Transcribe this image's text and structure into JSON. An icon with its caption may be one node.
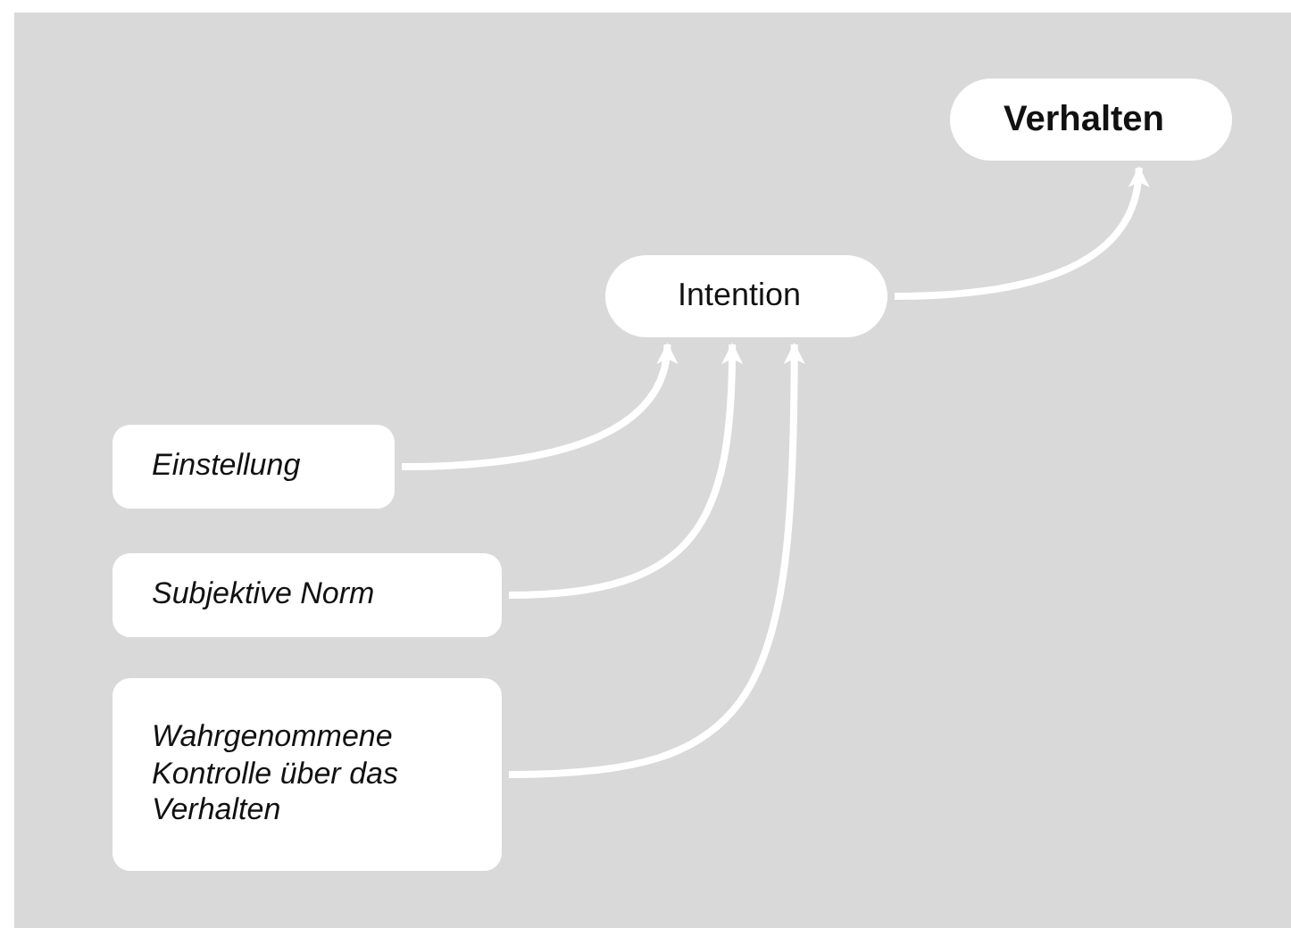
{
  "diagram": {
    "nodes": [
      {
        "text": [
          "Verhalten"
        ]
      },
      {
        "text": [
          "Intention"
        ]
      },
      {
        "text": [
          "Einstellung"
        ]
      },
      {
        "text": [
          "Subjektive Norm"
        ]
      },
      {
        "text": [
          "Wahrgenommene Kontrolle über das Verhalten"
        ]
      }
    ],
    "edges": [
      {
        "from": 2,
        "to": 1,
        "arrow": "to"
      },
      {
        "from": 3,
        "to": 1,
        "arrow": "to"
      },
      {
        "from": 4,
        "to": 1,
        "arrow": "to"
      },
      {
        "from": 1,
        "to": 0,
        "arrow": "to"
      }
    ]
  }
}
